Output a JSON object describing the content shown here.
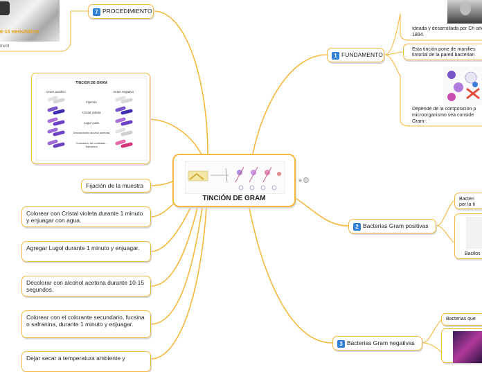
{
  "central": {
    "title": "TINCIÓN DE GRAM",
    "side_icon": "≡"
  },
  "left": {
    "procedimiento": {
      "number": "7",
      "label": "PROCEDIMIENTO"
    },
    "top_photo_caption": "E 15 SEGUNDOS",
    "top_photo_subcaption": "ment",
    "steps": [
      "Fijación de la muestra",
      "Colorear con Cristal violeta durante 1 minuto y enjuagar con agua.",
      "Agregar Lugol durante 1 minuto y enjuagar.",
      "Decolorar con alcohol acetona durante 10-15 segundos.",
      "Colorear con el colorante secundario, fucsina o safranina, durante 1 minuto y enjuagar.",
      "Dejar secar a temperatura ambiente y"
    ],
    "chart": {
      "title": "TINCION DE GRAM",
      "col_positive": "Gram positivo",
      "col_negative": "Gram negativo",
      "stages": [
        "Fijación",
        "Cristal violeta",
        "Lugol yodo",
        "Decoloración alcohol acetona",
        "Coloración de contraste - Safranina"
      ]
    }
  },
  "right": {
    "fundamento": {
      "number": "1",
      "label": "FUNDAMENTO",
      "texts": [
        "Ideada y desarrollada por Ch año 1884.",
        "Esta tinción pone de manifies tintorial de la pared bacterian",
        "Depende de la composición p microorganismo sea conside Gram-."
      ]
    },
    "positivas": {
      "number": "2",
      "label": "Bacterias Gram positivas",
      "texts": [
        "Bacteri por la ti",
        "Bacilos"
      ]
    },
    "negativas": {
      "number": "3",
      "label": "Bacterias Gram negativas",
      "texts": [
        "Bacterias que"
      ]
    }
  },
  "colors": {
    "branch": "#f6b83c",
    "node_border": "#f6b83c",
    "number_badge": "#2f7fd6"
  }
}
